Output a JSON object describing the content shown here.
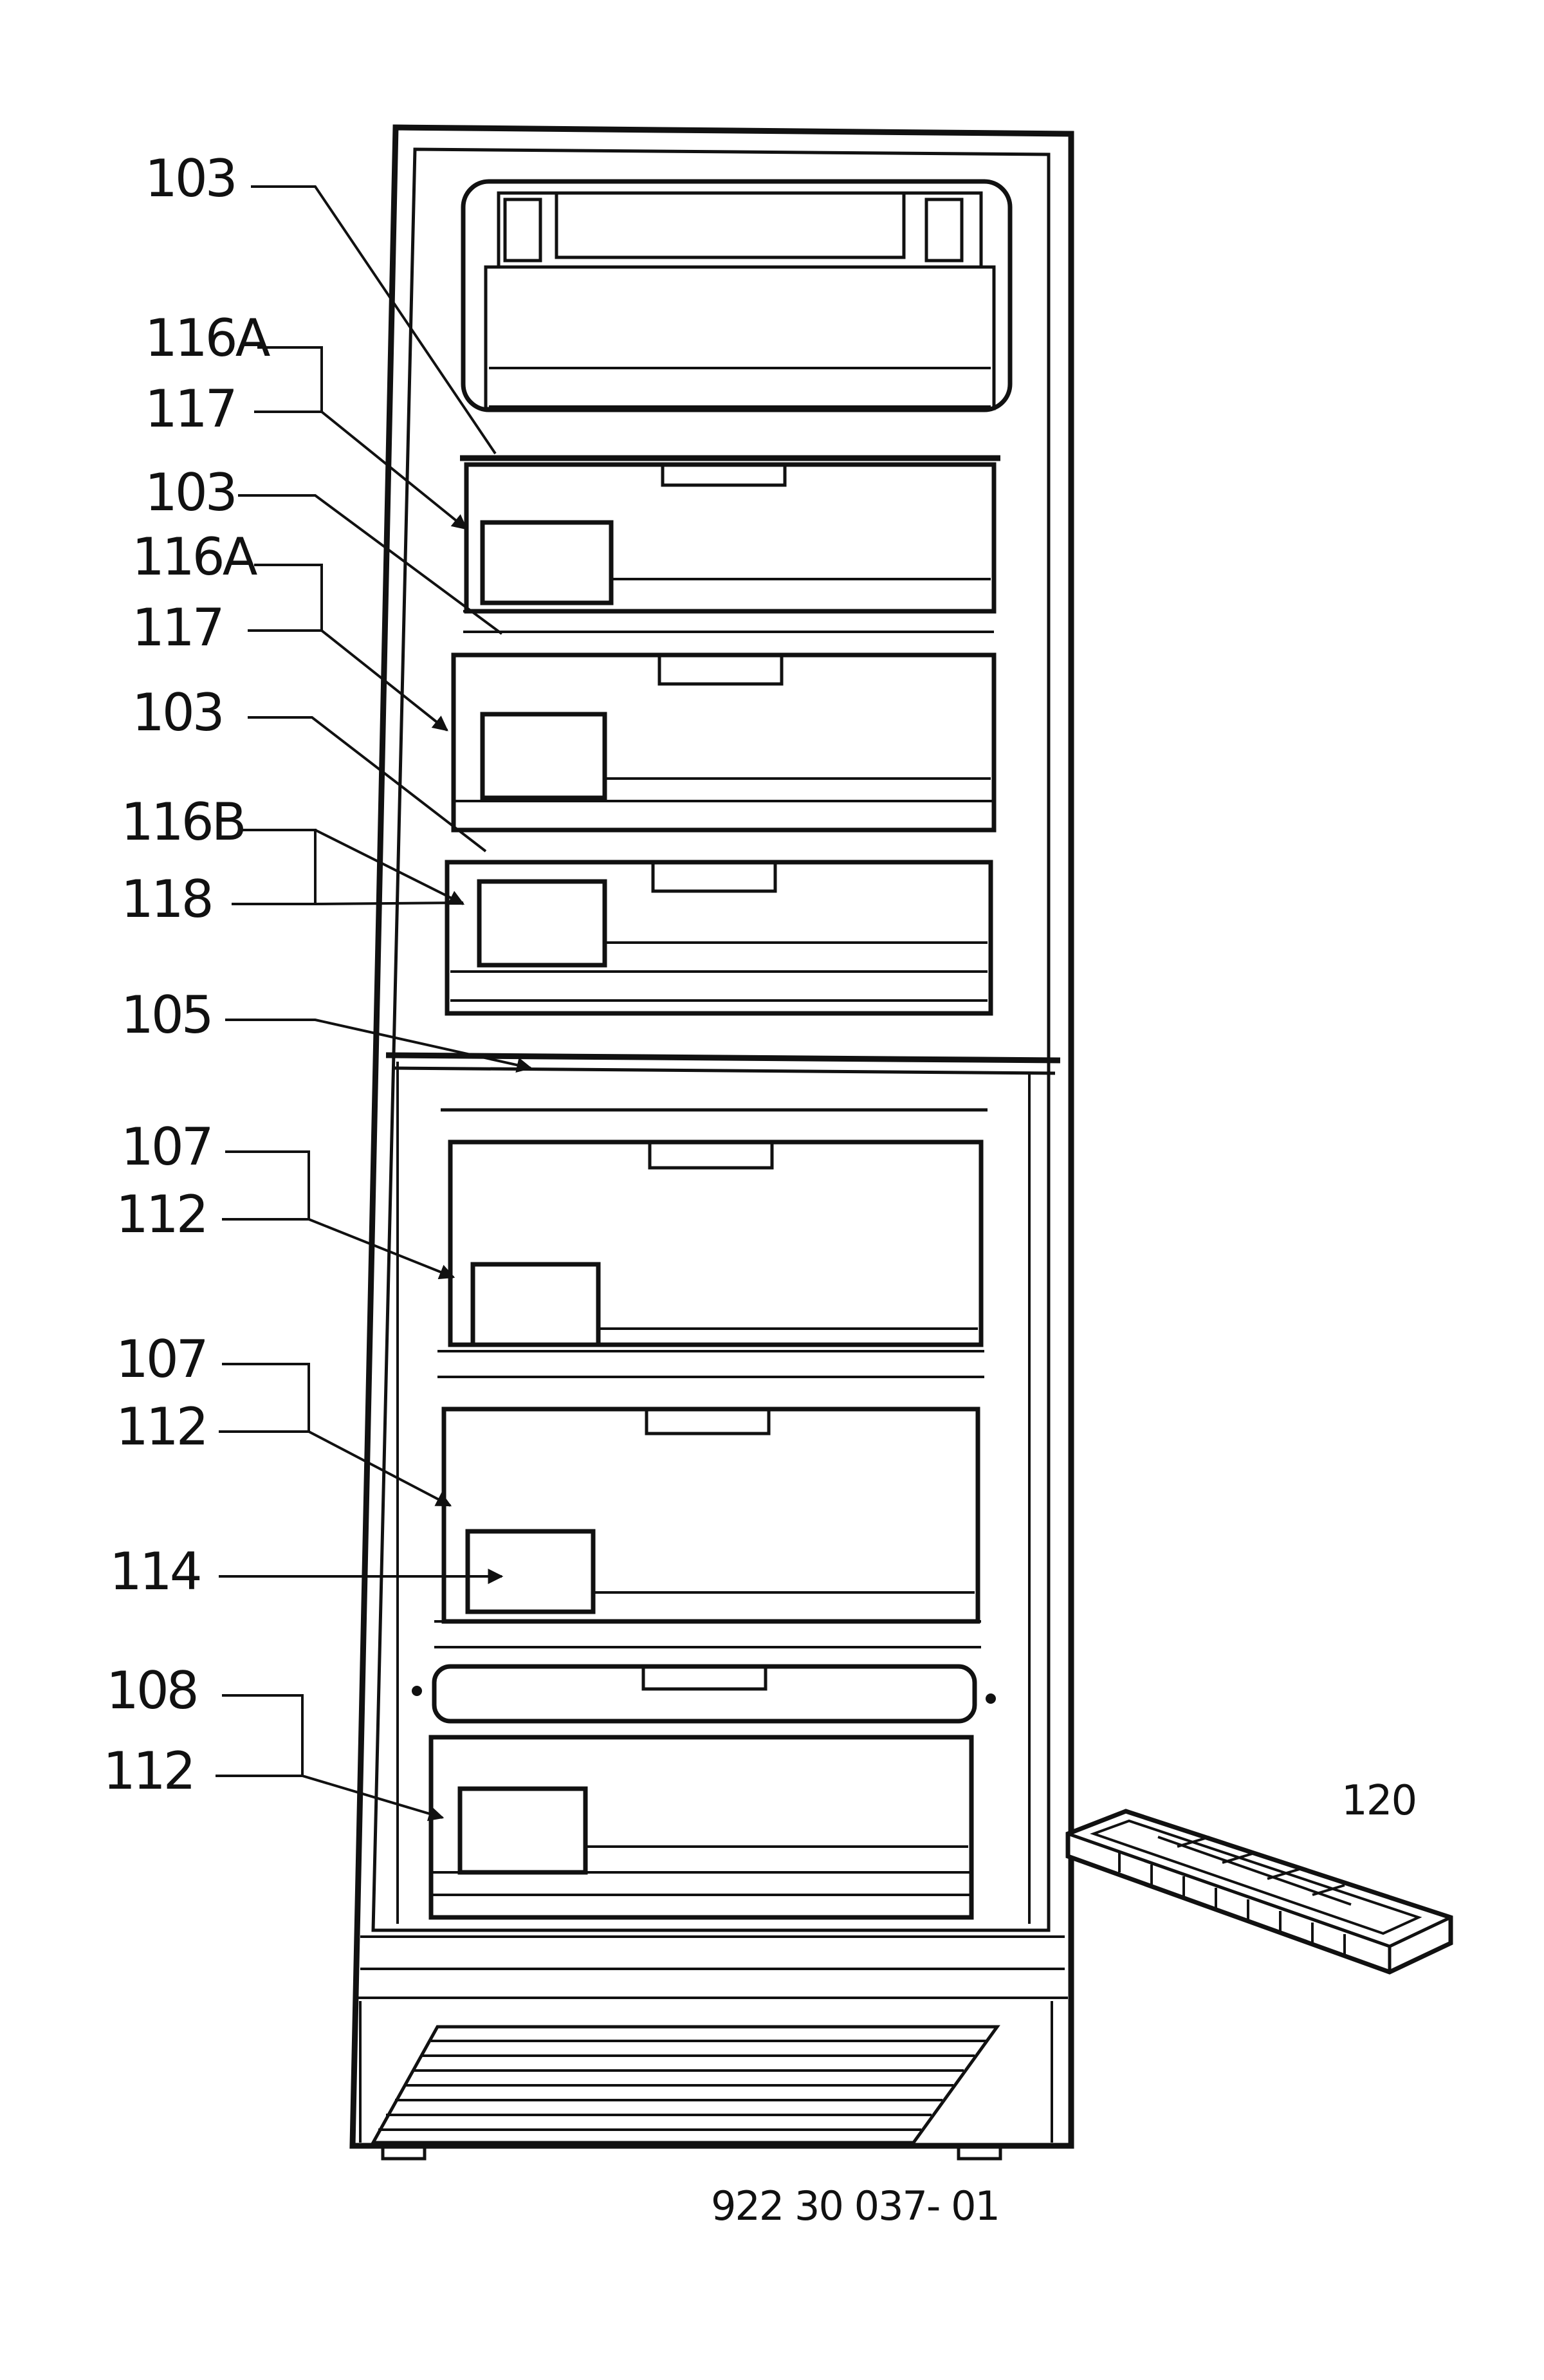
{
  "callouts": {
    "c1": "103",
    "c2": "116A",
    "c3": "117",
    "c4": "103",
    "c5": "116A",
    "c6": "117",
    "c7": "103",
    "c8": "116B",
    "c9": "118",
    "c10": "105",
    "c11": "107",
    "c12": "112",
    "c13": "107",
    "c14": "112",
    "c15": "114",
    "c16": "108",
    "c17": "112",
    "c18": "120"
  },
  "drawing_number": "922 30 037- 01",
  "colors": {
    "line": "#111111",
    "background": "#ffffff"
  }
}
